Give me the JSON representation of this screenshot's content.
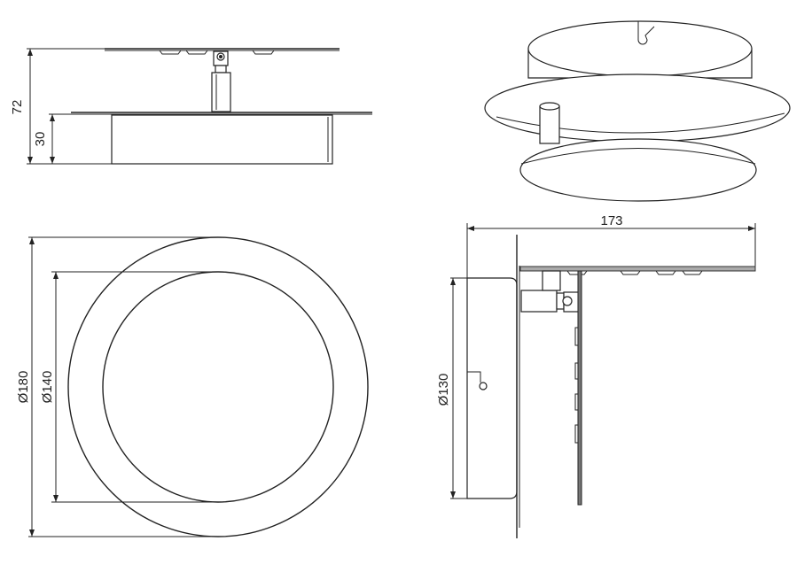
{
  "dimensions": {
    "total_height": "72",
    "base_height": "30",
    "outer_diameter": "Ø180",
    "inner_diameter": "Ø140",
    "depth": "173",
    "base_diameter": "Ø130"
  }
}
